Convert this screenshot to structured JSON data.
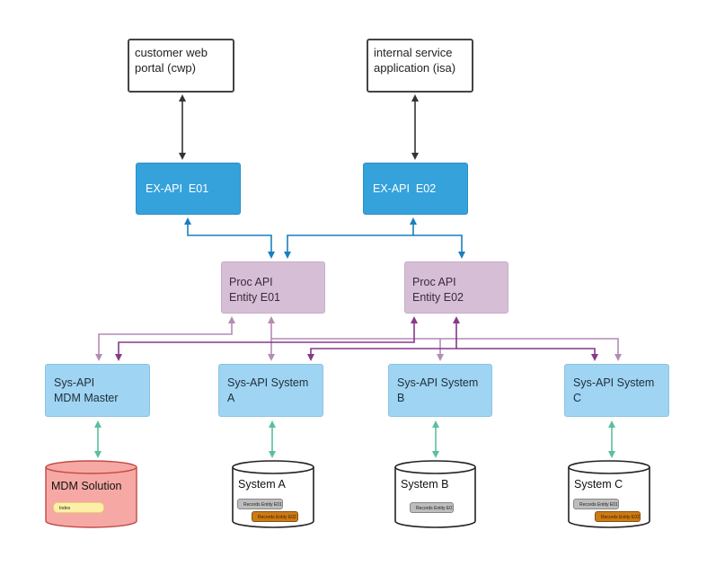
{
  "clients": {
    "cwp": {
      "line1": "customer web",
      "line2": "portal (cwp)"
    },
    "isa": {
      "line1": "internal service",
      "line2": "application (isa)"
    }
  },
  "experience_apis": {
    "e01": "EX-API  E01",
    "e02": "EX-API  E02"
  },
  "process_apis": {
    "e01": {
      "line1": "Proc API",
      "line2": "Entity E01"
    },
    "e02": {
      "line1": "Proc API",
      "line2": "Entity E02"
    }
  },
  "system_apis": {
    "mdm": {
      "line1": "Sys-API",
      "line2": "MDM Master"
    },
    "a": {
      "line1": "Sys-API System A"
    },
    "b": {
      "line1": "Sys-API System B"
    },
    "c": {
      "line1": "Sys-API System C"
    }
  },
  "databases": {
    "mdm": {
      "label": "MDM Solution",
      "pills": [
        "Index"
      ]
    },
    "a": {
      "label": "System A",
      "pills": [
        "Records Entity E01",
        "Records Entity E02"
      ]
    },
    "b": {
      "label": "System B",
      "pills": [
        "Records Entity E01"
      ]
    },
    "c": {
      "label": "System C",
      "pills": [
        "Records Entity E01",
        "Records Entity E02"
      ]
    }
  },
  "colors": {
    "client_arrow": "#333333",
    "ex_to_proc": "#1a7fc0",
    "proc_e01_links": "#b48cb4",
    "proc_e02_links": "#86388a",
    "db_links": "#5cbf9f",
    "ex_api_fill": "#35a2dc",
    "proc_api_fill": "#d6bfd6",
    "sys_api_fill": "#9fd4f2",
    "mdm_db_fill": "#f6a9a4"
  }
}
